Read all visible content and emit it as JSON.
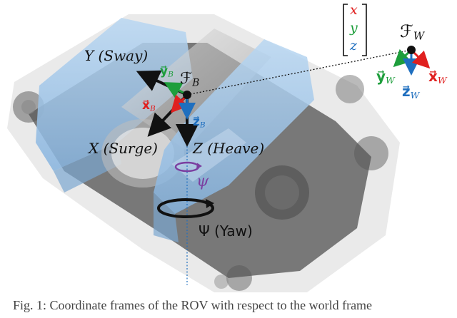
{
  "labels": {
    "vec_x": "x",
    "vec_y": "y",
    "vec_z": "z",
    "world_frame": "ℱ",
    "world_frame_sub": "W",
    "world_x": "x⃗",
    "world_x_sub": "W",
    "world_y": "y⃗",
    "world_y_sub": "W",
    "world_z": "z⃗",
    "world_z_sub": "W",
    "body_frame": "ℱ",
    "body_frame_sub": "B",
    "body_x": "x⃗",
    "body_x_sub": "B",
    "body_y": "y⃗",
    "body_y_sub": "B",
    "body_z": "z⃗",
    "body_z_sub": "B",
    "sway": "Y (Sway)",
    "surge": "X (Surge)",
    "heave": "Z (Heave)",
    "psi": "ψ",
    "yaw": "Ψ (Yaw)"
  },
  "caption": "Fig. 1: Coordinate frames of the ROV with respect to the world frame",
  "colors": {
    "red": "#e0201f",
    "green": "#1e9e3c",
    "blue": "#1f6fbf",
    "purple": "#7b3fa0",
    "hull_blue": "#9dc3e6",
    "frame_dark": "#2b2b2b"
  },
  "icons": {
    "robot": "rov-illustration",
    "rotation": "rotation-arrow"
  }
}
